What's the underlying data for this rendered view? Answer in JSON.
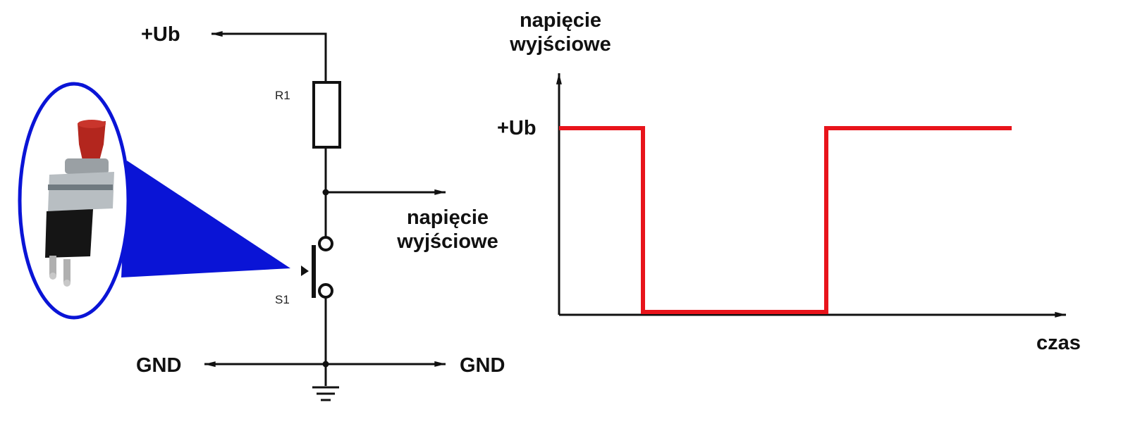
{
  "circuit": {
    "supply_label": "+Ub",
    "resistor_label": "R1",
    "switch_label": "S1",
    "output_label_line1": "napięcie",
    "output_label_line2": "wyjściowe",
    "gnd_left": "GND",
    "gnd_right": "GND"
  },
  "graph": {
    "y_label_line1": "napięcie",
    "y_label_line2": "wyjściowe",
    "y_tick": "+Ub",
    "x_label": "czas",
    "signal_color": "#e8141b"
  },
  "colors": {
    "callout": "#0a14d6",
    "wire": "#111111"
  }
}
